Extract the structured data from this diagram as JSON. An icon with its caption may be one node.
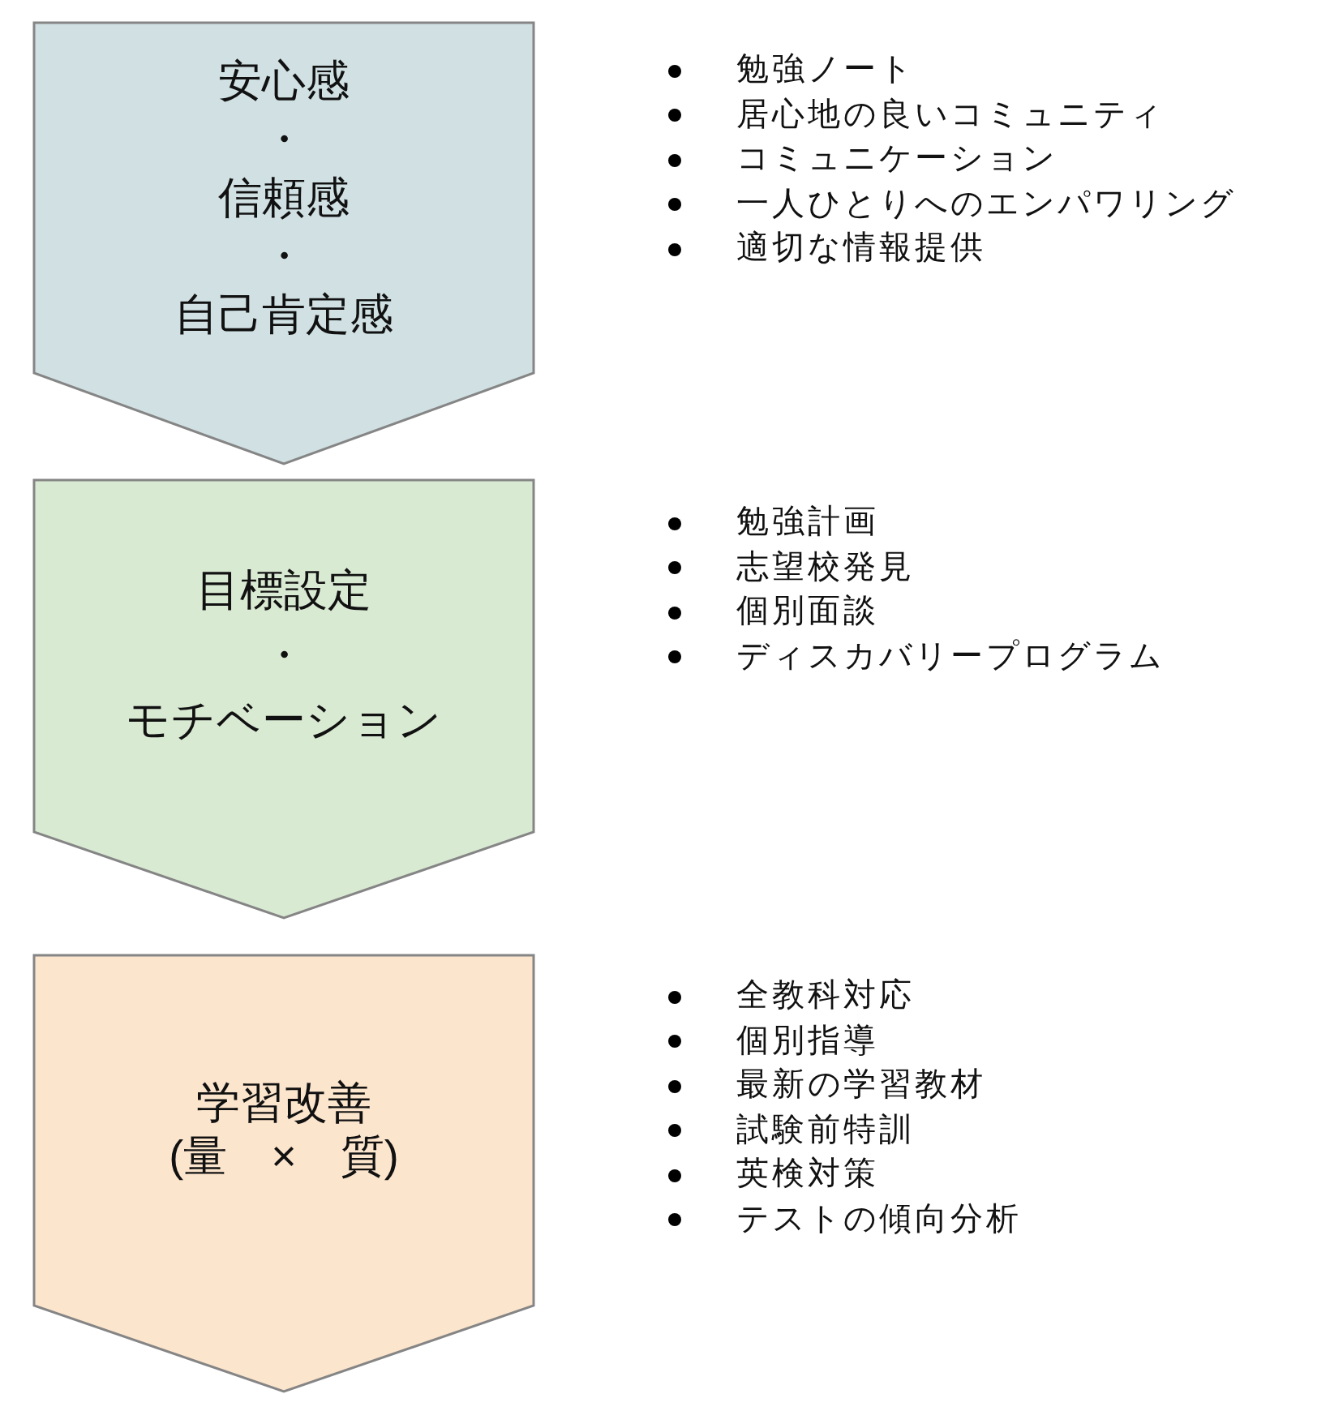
{
  "diagram": {
    "nodes": [
      {
        "text": [
          "安心感",
          "・",
          "信頼感",
          "・",
          "自己肯定感"
        ],
        "beside": [
          "勉強ノート",
          "居心地の良いコミュニティ",
          "コミュニケーション",
          "一人ひとりへのエンパワリング",
          "適切な情報提供"
        ]
      },
      {
        "text": [
          "目標設定",
          "・",
          "モチベーション"
        ],
        "beside": [
          "勉強計画",
          "志望校発見",
          "個別面談",
          "ディスカバリープログラム"
        ]
      },
      {
        "text": [
          "学習改善",
          "(量　×　質)"
        ],
        "beside": [
          "全教科対応",
          "個別指導",
          "最新の学習教材",
          "試験前特訓",
          "英検対策",
          "テストの傾向分析"
        ]
      }
    ]
  }
}
